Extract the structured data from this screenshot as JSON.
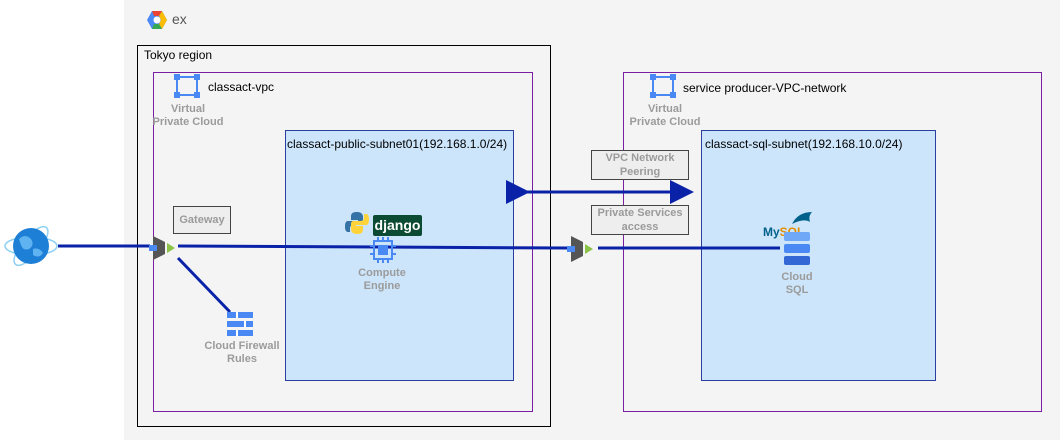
{
  "project": {
    "title": "ex"
  },
  "region": {
    "label": "Tokyo region"
  },
  "vpc_left": {
    "name": "classact-vpc",
    "icon_label": "Virtual\nPrivate Cloud"
  },
  "vpc_right": {
    "name": "service producer-VPC-network",
    "icon_label": "Virtual\nPrivate Cloud"
  },
  "subnet_left": {
    "name": "classact-public-subnet01(192.168.1.0/24)"
  },
  "subnet_right": {
    "name": "classact-sql-subnet(192.168.10.0/24)"
  },
  "gateway": {
    "label": "Gateway"
  },
  "firewall": {
    "label": "Cloud Firewall\nRules"
  },
  "compute": {
    "label": "Compute\nEngine",
    "framework_logo": "django"
  },
  "cloud_sql": {
    "label": "Cloud\nSQL",
    "db_logo_main": "My",
    "db_logo_accent": "SQL"
  },
  "peering": {
    "label": "VPC Network\nPeering"
  },
  "private_services": {
    "label": "Private Services\naccess"
  },
  "colors": {
    "vpc_border": "#7b1fa2",
    "subnet_fill": "#cce5fb",
    "connector": "#0a22a8",
    "gcp_blue": "#4a89f3"
  }
}
